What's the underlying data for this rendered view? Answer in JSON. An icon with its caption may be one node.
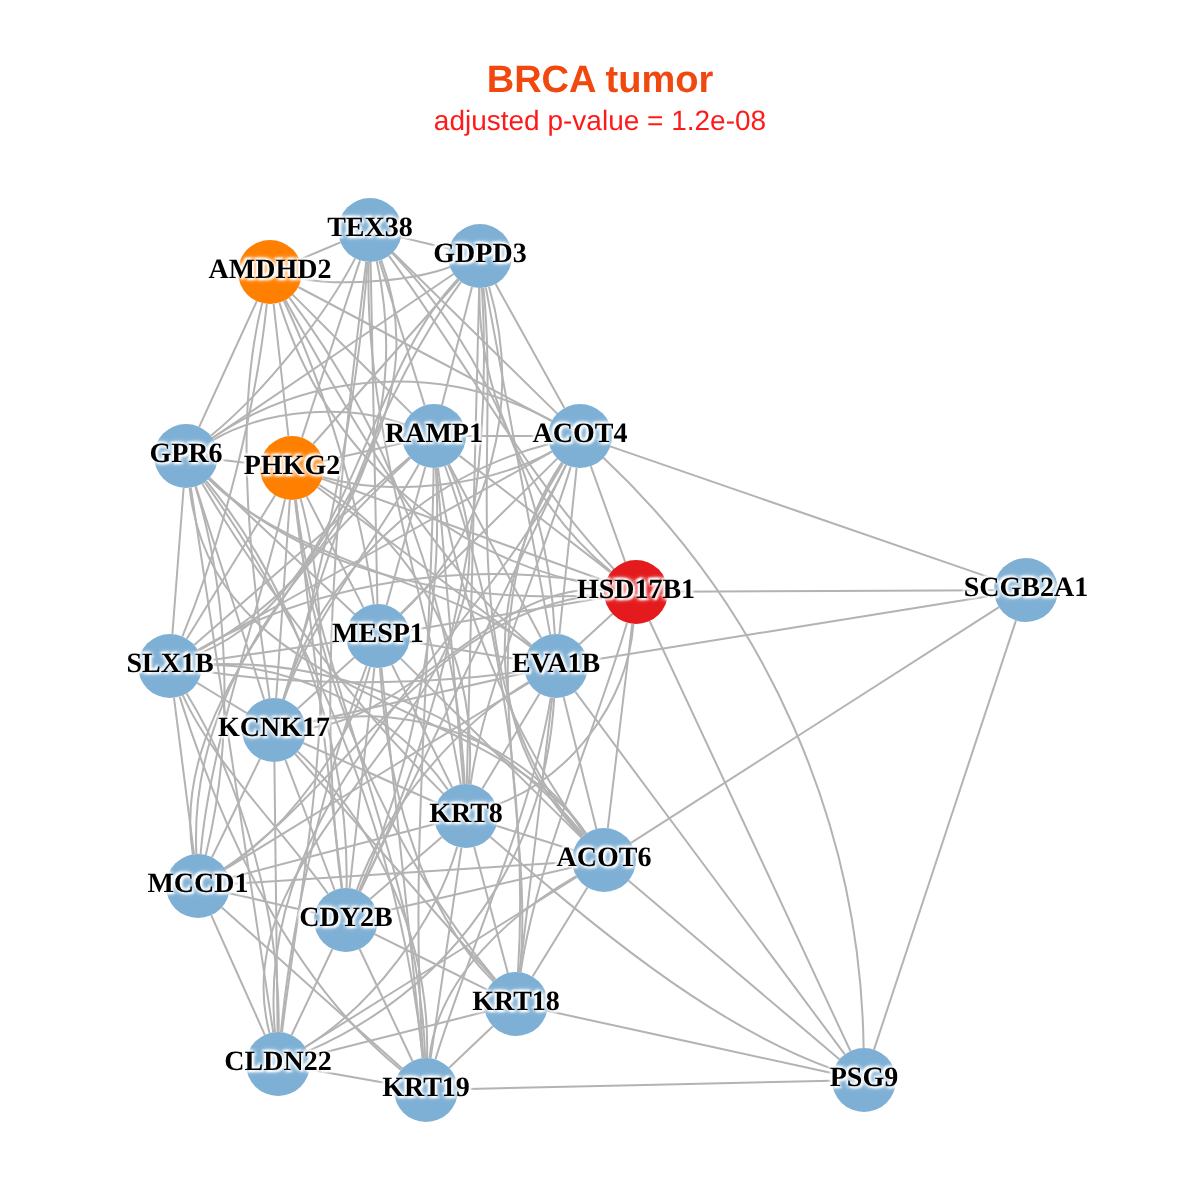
{
  "diagram": {
    "title": "BRCA tumor",
    "nodes": [
      {
        "text": [
          "TEX38"
        ]
      },
      {
        "text": [
          "GDPD3"
        ]
      },
      {
        "text": [
          "AMDHD2"
        ]
      },
      {
        "text": [
          "GPR6"
        ]
      },
      {
        "text": [
          "PHKG2"
        ]
      },
      {
        "text": [
          "RAMP1"
        ]
      },
      {
        "text": [
          "ACOT4"
        ]
      },
      {
        "text": [
          "HSD17B1"
        ]
      },
      {
        "text": [
          "SCGB2A1"
        ]
      },
      {
        "text": [
          "SLX1B"
        ]
      },
      {
        "text": [
          "MESP1"
        ]
      },
      {
        "text": [
          "EVA1B"
        ]
      },
      {
        "text": [
          "KCNK17"
        ]
      },
      {
        "text": [
          "KRT8"
        ]
      },
      {
        "text": [
          "ACOT6"
        ]
      },
      {
        "text": [
          "MCCD1"
        ]
      },
      {
        "text": [
          "CDY2B"
        ]
      },
      {
        "text": [
          "KRT18"
        ]
      },
      {
        "text": [
          "CLDN22"
        ]
      },
      {
        "text": [
          "KRT19"
        ]
      },
      {
        "text": [
          "PSG9"
        ]
      }
    ],
    "edges": [
      {
        "from": 0,
        "to": 1,
        "arrow": "none"
      },
      {
        "from": 0,
        "to": 2,
        "arrow": "none"
      },
      {
        "from": 0,
        "to": 3,
        "arrow": "none"
      },
      {
        "from": 0,
        "to": 4,
        "arrow": "none"
      },
      {
        "from": 0,
        "to": 5,
        "arrow": "none"
      },
      {
        "from": 0,
        "to": 6,
        "arrow": "none"
      },
      {
        "from": 0,
        "to": 7,
        "arrow": "none"
      },
      {
        "from": 0,
        "to": 9,
        "arrow": "none"
      },
      {
        "from": 0,
        "to": 10,
        "arrow": "none"
      },
      {
        "from": 0,
        "to": 11,
        "arrow": "none"
      },
      {
        "from": 0,
        "to": 12,
        "arrow": "none"
      },
      {
        "from": 0,
        "to": 13,
        "arrow": "none"
      },
      {
        "from": 0,
        "to": 15,
        "arrow": "none"
      },
      {
        "from": 0,
        "to": 16,
        "arrow": "none"
      },
      {
        "from": 1,
        "to": 2,
        "arrow": "none"
      },
      {
        "from": 1,
        "to": 3,
        "arrow": "none"
      },
      {
        "from": 1,
        "to": 4,
        "arrow": "none"
      },
      {
        "from": 1,
        "to": 5,
        "arrow": "none"
      },
      {
        "from": 1,
        "to": 6,
        "arrow": "none"
      },
      {
        "from": 1,
        "to": 7,
        "arrow": "none"
      },
      {
        "from": 1,
        "to": 9,
        "arrow": "none"
      },
      {
        "from": 1,
        "to": 10,
        "arrow": "none"
      },
      {
        "from": 1,
        "to": 11,
        "arrow": "none"
      },
      {
        "from": 1,
        "to": 12,
        "arrow": "none"
      },
      {
        "from": 1,
        "to": 13,
        "arrow": "none"
      },
      {
        "from": 1,
        "to": 14,
        "arrow": "none"
      },
      {
        "from": 1,
        "to": 16,
        "arrow": "none"
      },
      {
        "from": 2,
        "to": 3,
        "arrow": "none"
      },
      {
        "from": 2,
        "to": 4,
        "arrow": "none"
      },
      {
        "from": 2,
        "to": 5,
        "arrow": "none"
      },
      {
        "from": 2,
        "to": 6,
        "arrow": "none"
      },
      {
        "from": 2,
        "to": 7,
        "arrow": "none"
      },
      {
        "from": 2,
        "to": 9,
        "arrow": "none"
      },
      {
        "from": 2,
        "to": 10,
        "arrow": "none"
      },
      {
        "from": 2,
        "to": 11,
        "arrow": "none"
      },
      {
        "from": 2,
        "to": 12,
        "arrow": "none"
      },
      {
        "from": 2,
        "to": 13,
        "arrow": "none"
      },
      {
        "from": 3,
        "to": 4,
        "arrow": "none"
      },
      {
        "from": 3,
        "to": 5,
        "arrow": "none"
      },
      {
        "from": 3,
        "to": 6,
        "arrow": "none"
      },
      {
        "from": 3,
        "to": 7,
        "arrow": "none"
      },
      {
        "from": 3,
        "to": 9,
        "arrow": "none"
      },
      {
        "from": 3,
        "to": 10,
        "arrow": "none"
      },
      {
        "from": 3,
        "to": 11,
        "arrow": "none"
      },
      {
        "from": 3,
        "to": 12,
        "arrow": "none"
      },
      {
        "from": 3,
        "to": 13,
        "arrow": "none"
      },
      {
        "from": 3,
        "to": 14,
        "arrow": "none"
      },
      {
        "from": 3,
        "to": 15,
        "arrow": "none"
      },
      {
        "from": 3,
        "to": 16,
        "arrow": "none"
      },
      {
        "from": 3,
        "to": 18,
        "arrow": "none"
      },
      {
        "from": 3,
        "to": 19,
        "arrow": "none"
      },
      {
        "from": 4,
        "to": 5,
        "arrow": "none"
      },
      {
        "from": 4,
        "to": 6,
        "arrow": "none"
      },
      {
        "from": 4,
        "to": 7,
        "arrow": "none"
      },
      {
        "from": 4,
        "to": 9,
        "arrow": "none"
      },
      {
        "from": 4,
        "to": 10,
        "arrow": "none"
      },
      {
        "from": 4,
        "to": 11,
        "arrow": "none"
      },
      {
        "from": 4,
        "to": 12,
        "arrow": "none"
      },
      {
        "from": 4,
        "to": 13,
        "arrow": "none"
      },
      {
        "from": 4,
        "to": 15,
        "arrow": "none"
      },
      {
        "from": 4,
        "to": 16,
        "arrow": "none"
      },
      {
        "from": 4,
        "to": 17,
        "arrow": "none"
      },
      {
        "from": 4,
        "to": 18,
        "arrow": "none"
      },
      {
        "from": 4,
        "to": 19,
        "arrow": "none"
      },
      {
        "from": 5,
        "to": 6,
        "arrow": "none"
      },
      {
        "from": 5,
        "to": 7,
        "arrow": "none"
      },
      {
        "from": 5,
        "to": 9,
        "arrow": "none"
      },
      {
        "from": 5,
        "to": 10,
        "arrow": "none"
      },
      {
        "from": 5,
        "to": 11,
        "arrow": "none"
      },
      {
        "from": 5,
        "to": 12,
        "arrow": "none"
      },
      {
        "from": 5,
        "to": 13,
        "arrow": "none"
      },
      {
        "from": 5,
        "to": 14,
        "arrow": "none"
      },
      {
        "from": 5,
        "to": 15,
        "arrow": "none"
      },
      {
        "from": 5,
        "to": 16,
        "arrow": "none"
      },
      {
        "from": 5,
        "to": 17,
        "arrow": "none"
      },
      {
        "from": 5,
        "to": 18,
        "arrow": "none"
      },
      {
        "from": 5,
        "to": 19,
        "arrow": "none"
      },
      {
        "from": 6,
        "to": 7,
        "arrow": "none"
      },
      {
        "from": 6,
        "to": 8,
        "arrow": "none"
      },
      {
        "from": 6,
        "to": 9,
        "arrow": "none"
      },
      {
        "from": 6,
        "to": 10,
        "arrow": "none"
      },
      {
        "from": 6,
        "to": 11,
        "arrow": "none"
      },
      {
        "from": 6,
        "to": 12,
        "arrow": "none"
      },
      {
        "from": 6,
        "to": 13,
        "arrow": "none"
      },
      {
        "from": 6,
        "to": 14,
        "arrow": "none"
      },
      {
        "from": 6,
        "to": 16,
        "arrow": "none"
      },
      {
        "from": 6,
        "to": 17,
        "arrow": "none"
      },
      {
        "from": 6,
        "to": 18,
        "arrow": "none"
      },
      {
        "from": 6,
        "to": 20,
        "arrow": "none"
      },
      {
        "from": 7,
        "to": 8,
        "arrow": "none"
      },
      {
        "from": 7,
        "to": 9,
        "arrow": "none"
      },
      {
        "from": 7,
        "to": 10,
        "arrow": "none"
      },
      {
        "from": 7,
        "to": 11,
        "arrow": "none"
      },
      {
        "from": 7,
        "to": 12,
        "arrow": "none"
      },
      {
        "from": 7,
        "to": 13,
        "arrow": "none"
      },
      {
        "from": 7,
        "to": 14,
        "arrow": "none"
      },
      {
        "from": 7,
        "to": 15,
        "arrow": "none"
      },
      {
        "from": 7,
        "to": 17,
        "arrow": "none"
      },
      {
        "from": 7,
        "to": 20,
        "arrow": "none"
      },
      {
        "from": 8,
        "to": 11,
        "arrow": "none"
      },
      {
        "from": 8,
        "to": 14,
        "arrow": "none"
      },
      {
        "from": 8,
        "to": 20,
        "arrow": "none"
      },
      {
        "from": 9,
        "to": 10,
        "arrow": "none"
      },
      {
        "from": 9,
        "to": 11,
        "arrow": "none"
      },
      {
        "from": 9,
        "to": 12,
        "arrow": "none"
      },
      {
        "from": 9,
        "to": 13,
        "arrow": "none"
      },
      {
        "from": 9,
        "to": 14,
        "arrow": "none"
      },
      {
        "from": 9,
        "to": 15,
        "arrow": "none"
      },
      {
        "from": 9,
        "to": 16,
        "arrow": "none"
      },
      {
        "from": 9,
        "to": 18,
        "arrow": "none"
      },
      {
        "from": 9,
        "to": 19,
        "arrow": "none"
      },
      {
        "from": 10,
        "to": 11,
        "arrow": "none"
      },
      {
        "from": 10,
        "to": 12,
        "arrow": "none"
      },
      {
        "from": 10,
        "to": 13,
        "arrow": "none"
      },
      {
        "from": 10,
        "to": 14,
        "arrow": "none"
      },
      {
        "from": 10,
        "to": 15,
        "arrow": "none"
      },
      {
        "from": 10,
        "to": 16,
        "arrow": "none"
      },
      {
        "from": 10,
        "to": 17,
        "arrow": "none"
      },
      {
        "from": 10,
        "to": 18,
        "arrow": "none"
      },
      {
        "from": 10,
        "to": 19,
        "arrow": "none"
      },
      {
        "from": 11,
        "to": 12,
        "arrow": "none"
      },
      {
        "from": 11,
        "to": 13,
        "arrow": "none"
      },
      {
        "from": 11,
        "to": 14,
        "arrow": "none"
      },
      {
        "from": 11,
        "to": 15,
        "arrow": "none"
      },
      {
        "from": 11,
        "to": 16,
        "arrow": "none"
      },
      {
        "from": 11,
        "to": 17,
        "arrow": "none"
      },
      {
        "from": 11,
        "to": 18,
        "arrow": "none"
      },
      {
        "from": 11,
        "to": 19,
        "arrow": "none"
      },
      {
        "from": 11,
        "to": 20,
        "arrow": "none"
      },
      {
        "from": 12,
        "to": 13,
        "arrow": "none"
      },
      {
        "from": 12,
        "to": 14,
        "arrow": "none"
      },
      {
        "from": 12,
        "to": 15,
        "arrow": "none"
      },
      {
        "from": 12,
        "to": 16,
        "arrow": "none"
      },
      {
        "from": 12,
        "to": 17,
        "arrow": "none"
      },
      {
        "from": 12,
        "to": 18,
        "arrow": "none"
      },
      {
        "from": 12,
        "to": 19,
        "arrow": "none"
      },
      {
        "from": 13,
        "to": 14,
        "arrow": "none"
      },
      {
        "from": 13,
        "to": 15,
        "arrow": "none"
      },
      {
        "from": 13,
        "to": 16,
        "arrow": "none"
      },
      {
        "from": 13,
        "to": 17,
        "arrow": "none"
      },
      {
        "from": 13,
        "to": 18,
        "arrow": "none"
      },
      {
        "from": 13,
        "to": 19,
        "arrow": "none"
      },
      {
        "from": 13,
        "to": 20,
        "arrow": "none"
      },
      {
        "from": 14,
        "to": 15,
        "arrow": "none"
      },
      {
        "from": 14,
        "to": 16,
        "arrow": "none"
      },
      {
        "from": 14,
        "to": 17,
        "arrow": "none"
      },
      {
        "from": 14,
        "to": 18,
        "arrow": "none"
      },
      {
        "from": 14,
        "to": 19,
        "arrow": "none"
      },
      {
        "from": 14,
        "to": 20,
        "arrow": "none"
      },
      {
        "from": 15,
        "to": 16,
        "arrow": "none"
      },
      {
        "from": 15,
        "to": 18,
        "arrow": "none"
      },
      {
        "from": 15,
        "to": 19,
        "arrow": "none"
      },
      {
        "from": 16,
        "to": 17,
        "arrow": "none"
      },
      {
        "from": 16,
        "to": 18,
        "arrow": "none"
      },
      {
        "from": 16,
        "to": 19,
        "arrow": "none"
      },
      {
        "from": 17,
        "to": 18,
        "arrow": "none"
      },
      {
        "from": 17,
        "to": 19,
        "arrow": "none"
      },
      {
        "from": 17,
        "to": 20,
        "arrow": "none"
      },
      {
        "from": 18,
        "to": 19,
        "arrow": "none"
      },
      {
        "from": 19,
        "to": 20,
        "arrow": "none"
      }
    ],
    "labels": [
      "adjusted p-value = 1.2e-08"
    ]
  }
}
